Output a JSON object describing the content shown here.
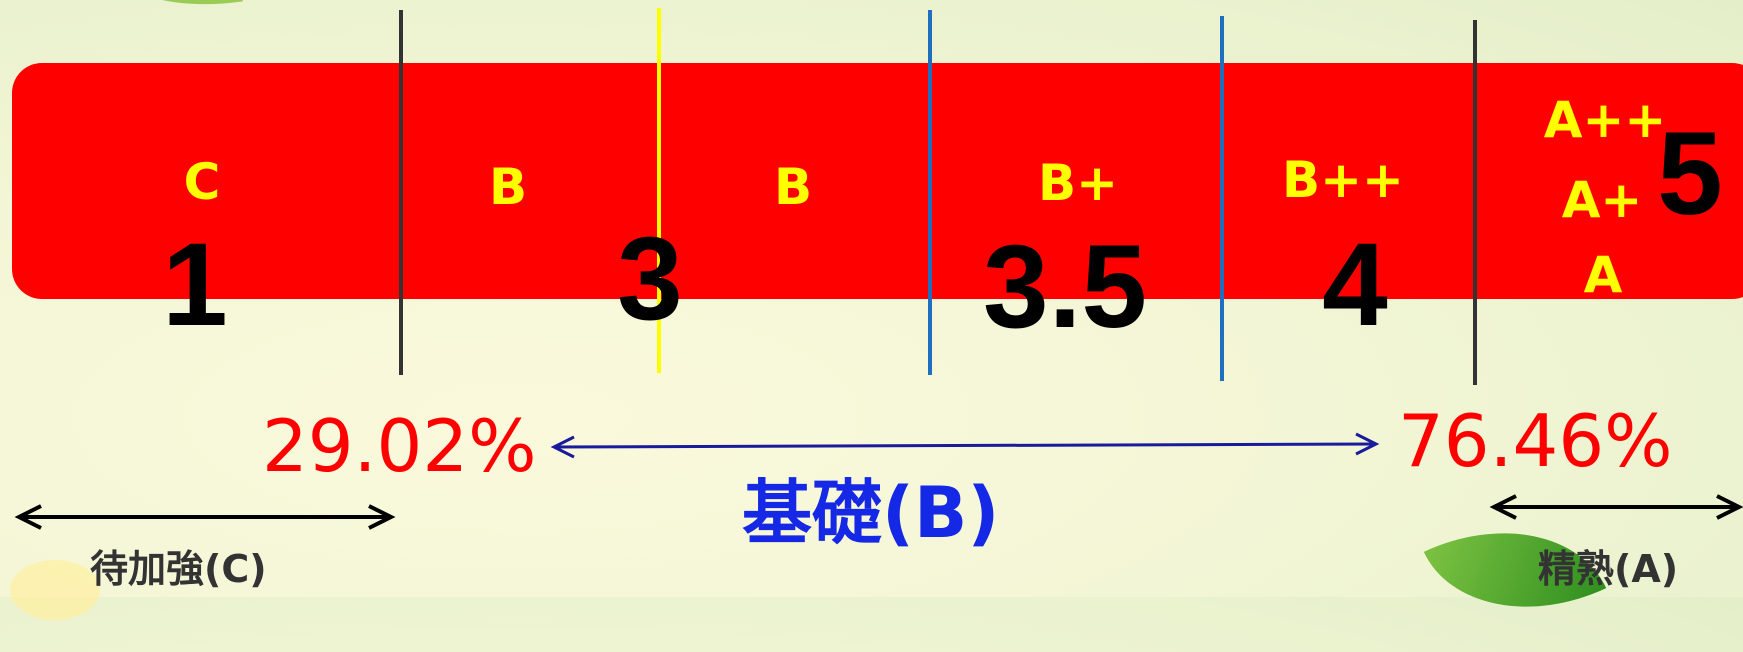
{
  "grades": {
    "c": "C",
    "b1": "B",
    "b2": "B",
    "b_plus": "B+",
    "b_plus_plus": "B++",
    "a_plus_plus": "A++",
    "a_plus": "A+",
    "a": "A"
  },
  "scores": {
    "s1": "1",
    "s3": "3",
    "s3_5": "3.5",
    "s4": "4",
    "s5": "5"
  },
  "thresholds": {
    "low": "29.02%",
    "high": "76.46%"
  },
  "levels": {
    "c": "待加強(C)",
    "b": "基礎(B)",
    "a": "精熟(A)"
  },
  "colors": {
    "band": "#ff0000",
    "grade_text": "#ffff00",
    "score_text": "#000000",
    "percent_text": "#ff0000",
    "basic_label": "#1428e6",
    "basic_arrow": "#1a1a9c",
    "divider_black": "#333333",
    "divider_yellow": "#ffff00",
    "divider_blue": "#1f6fc0"
  }
}
